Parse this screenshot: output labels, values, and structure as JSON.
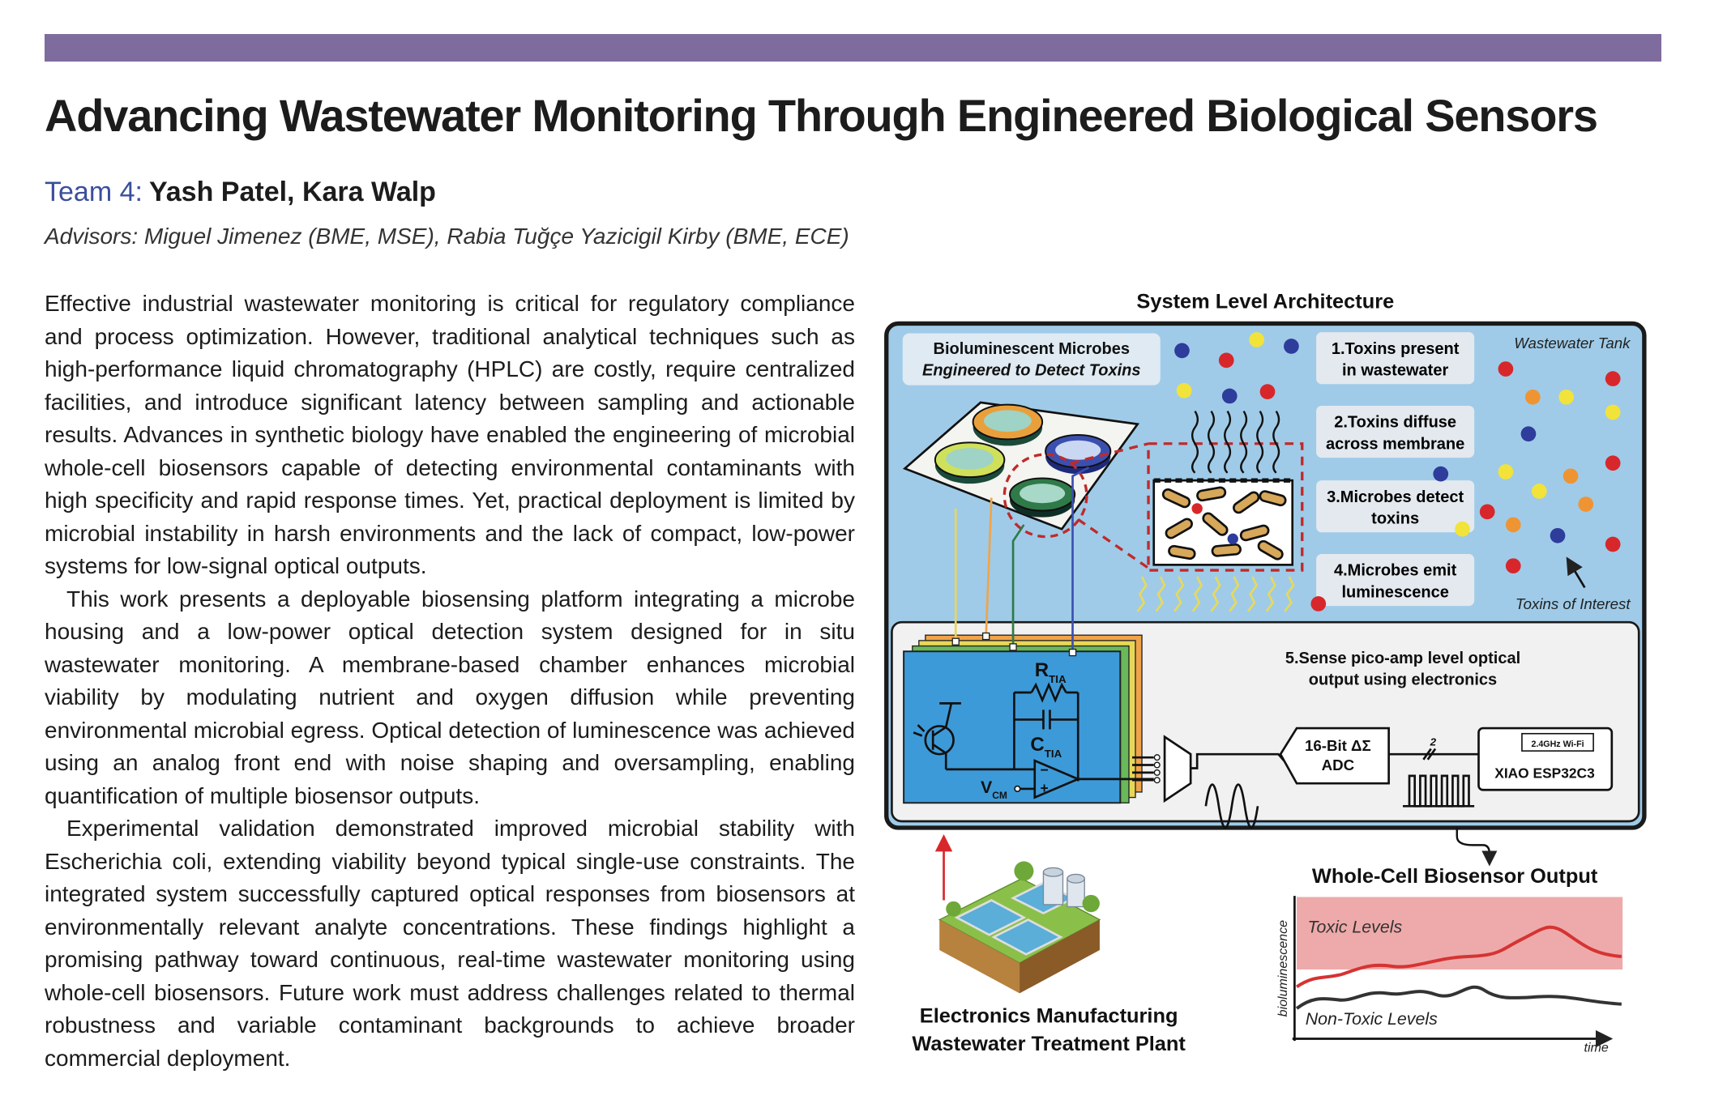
{
  "header": {
    "title": "Advancing Wastewater Monitoring Through Engineered Biological Sensors",
    "team_label": "Team 4:",
    "team_members": "Yash Patel, Kara Walp",
    "advisors": "Advisors: Miguel Jimenez (BME, MSE), Rabia Tuğçe Yazicigil Kirby (BME, ECE)"
  },
  "abstract": {
    "paragraphs": [
      "Effective industrial wastewater monitoring is critical for regulatory compliance and process optimization. However, traditional analytical techniques such as high-performance liquid chromatography (HPLC) are costly, require centralized facilities, and introduce significant latency between sampling and actionable results. Advances in synthetic biology have enabled the engineering of microbial whole-cell biosensors capable of detecting environmental contaminants with high specificity and rapid response times. Yet, practical deployment is limited by microbial instability in harsh environments and the lack of compact, low-power systems for low-signal optical outputs.",
      "This work presents a deployable biosensing platform integrating a microbe housing and a low-power optical detection system designed for in situ wastewater monitoring. A membrane-based chamber enhances microbial viability by modulating nutrient and oxygen diffusion while preventing environmental microbial egress. Optical detection of luminescence was achieved using an analog front end with noise shaping and oversampling, enabling quantification of multiple biosensor outputs.",
      "Experimental validation demonstrated improved microbial stability with Escherichia coli, extending viability beyond typical single-use constraints. The integrated system successfully captured optical responses from biosensors at environmentally relevant analyte concentrations. These findings highlight a promising pathway toward continuous, real-time wastewater monitoring using whole-cell biosensors. Future work must address challenges related to thermal robustness and variable contaminant backgrounds to achieve broader commercial deployment."
    ]
  },
  "figure": {
    "title": "System Level Architecture",
    "microbes_label_1": "Bioluminescent Microbes",
    "microbes_label_2": "Engineered to Detect Toxins",
    "tank_label": "Wastewater Tank",
    "toxins_label": "Toxins of Interest",
    "steps": [
      {
        "line1": "1.Toxins present",
        "line2": "in wastewater"
      },
      {
        "line1": "2.Toxins diffuse",
        "line2": "across membrane"
      },
      {
        "line1": "3.Microbes detect",
        "line2": "toxins"
      },
      {
        "line1": "4.Microbes emit",
        "line2": "luminescence"
      }
    ],
    "step5_line1": "5.Sense pico-amp level optical",
    "step5_line2": "output using electronics",
    "rtia": "R",
    "rtia_sub": "TIA",
    "ctia": "C",
    "ctia_sub": "TIA",
    "vcm": "V",
    "vcm_sub": "CM",
    "opamp_minus": "−",
    "opamp_plus": "+",
    "adc_line1": "16-Bit ΔΣ",
    "adc_line2": "ADC",
    "bus_width": "2",
    "wifi_label": "2.4GHz Wi-Fi",
    "mcu_label": "XIAO ESP32C3",
    "plant_line1": "Electronics Manufacturing",
    "plant_line2": "Wastewater Treatment Plant",
    "colors": {
      "tank": "#9fcbe8",
      "border": "#1a1a1a",
      "pcb": "#3d9ad8",
      "toxic_band": "#eeaaaa",
      "toxic_line": "#d63333",
      "nontoxic_line": "#333333",
      "dot_red": "#d8272b",
      "dot_blue": "#2e3c9c",
      "dot_yellow": "#f2e33a",
      "dot_orange": "#ef9433"
    }
  },
  "output_chart": {
    "title": "Whole-Cell Biosensor Output",
    "ylabel": "bioluminescence",
    "xlabel": "time",
    "toxic_label": "Toxic Levels",
    "nontoxic_label": "Non-Toxic Levels"
  }
}
